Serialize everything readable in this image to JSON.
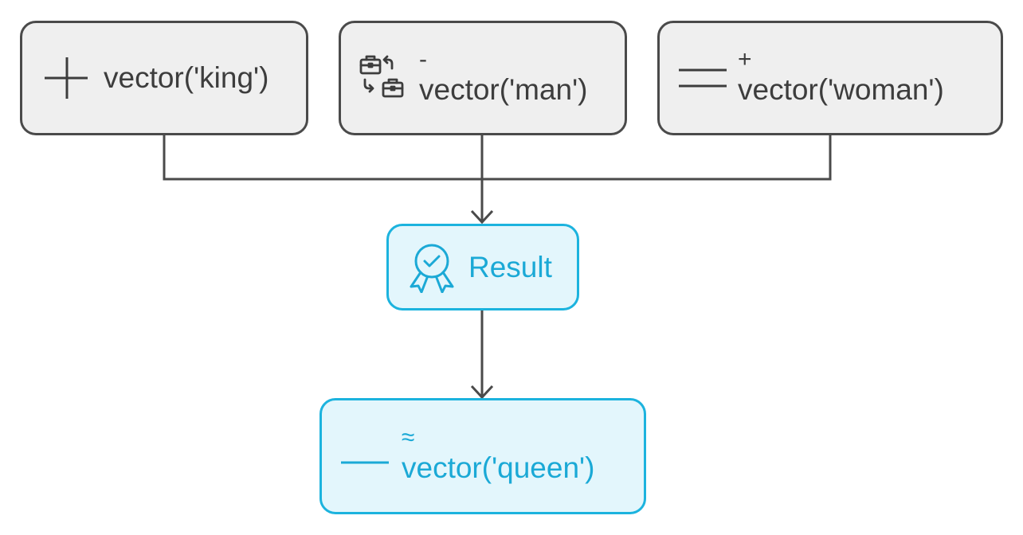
{
  "nodes": {
    "king": {
      "text": "vector('king')",
      "icon": "plus-icon"
    },
    "man": {
      "op": "-",
      "text": "vector('man')",
      "icon": "swap-briefcases-icon"
    },
    "woman": {
      "op": "+",
      "text": "vector('woman')",
      "icon": "equals-icon"
    },
    "result": {
      "text": "Result",
      "icon": "award-badge-icon"
    },
    "queen": {
      "op": "≈",
      "text": "vector('queen')",
      "icon": "line-icon"
    }
  },
  "colors": {
    "gray_border": "#4a4a4a",
    "gray_fill": "#efefef",
    "gray_text": "#3d3d3d",
    "accent": "#1cb3de",
    "accent_fill": "#e3f6fc",
    "accent_text": "#1ba9d6",
    "connector": "#4a4a4a"
  }
}
